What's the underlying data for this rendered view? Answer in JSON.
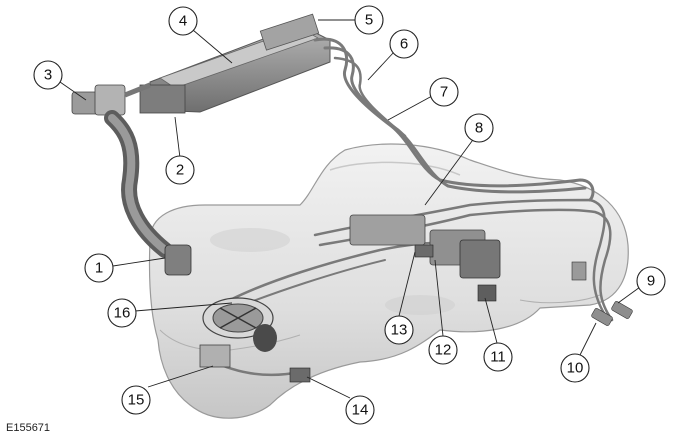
{
  "figure_id": "E155671",
  "callouts": [
    "1",
    "2",
    "3",
    "4",
    "5",
    "6",
    "7",
    "8",
    "9",
    "10",
    "11",
    "12",
    "13",
    "14",
    "15",
    "16"
  ],
  "colors": {
    "tank_fill": "#e6e6e6",
    "tank_shade": "#cfcfcf",
    "tank_dark": "#b8b8b8",
    "line_color": "#7a7a7a",
    "canister_fill": "#8f8f8f",
    "callout_stroke": "#222222"
  }
}
